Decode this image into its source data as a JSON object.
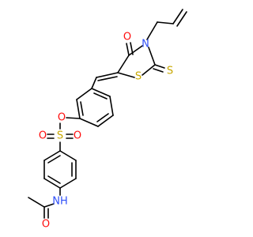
{
  "colors": {
    "bond": "#000000",
    "carbon": "#000000",
    "oxygen": "#ff0d0d",
    "nitrogen": "#3050f8",
    "sulfur": "#c8a800",
    "background": "#ffffff"
  },
  "atoms": {
    "o_carbonyl": "O",
    "n_ring": "N",
    "s_thione": "S",
    "s_ring": "S",
    "o_ester": "O",
    "s_sulfonyl": "S",
    "o_sulfonyl_left": "O",
    "o_sulfonyl_right": "O",
    "nh_amide": "NH",
    "o_amide": "O"
  }
}
